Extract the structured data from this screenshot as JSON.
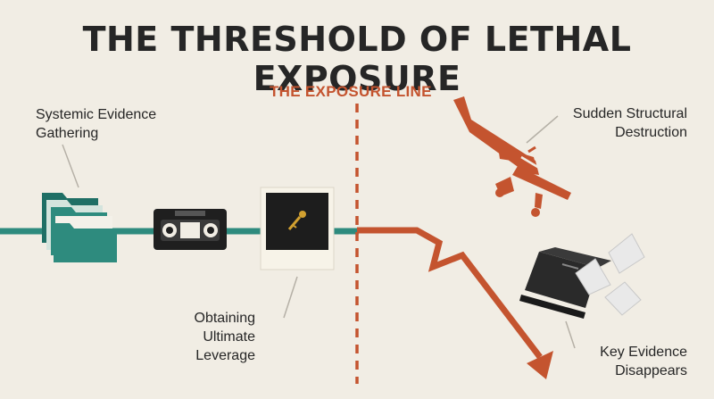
{
  "title": "THE THRESHOLD OF LETHAL EXPOSURE",
  "exposure_line_label": "THE EXPOSURE LINE",
  "stages": {
    "evidence_gathering": {
      "line1": "Systemic Evidence",
      "line2": "Gathering"
    },
    "leverage": {
      "line1": "Obtaining",
      "line2": "Ultimate",
      "line3": "Leverage"
    },
    "destruction": {
      "line1": "Sudden Structural",
      "line2": "Destruction"
    },
    "disappears": {
      "line1": "Key Evidence",
      "line2": "Disappears"
    }
  },
  "colors": {
    "teal": "#2e8b7e",
    "rust": "#c4542f",
    "dark": "#262626",
    "background": "#f1ede4"
  },
  "icons": [
    "folders-icon",
    "videotape-icon",
    "key-photo-icon",
    "plane-icon",
    "briefcase-icon",
    "papers-icon"
  ]
}
